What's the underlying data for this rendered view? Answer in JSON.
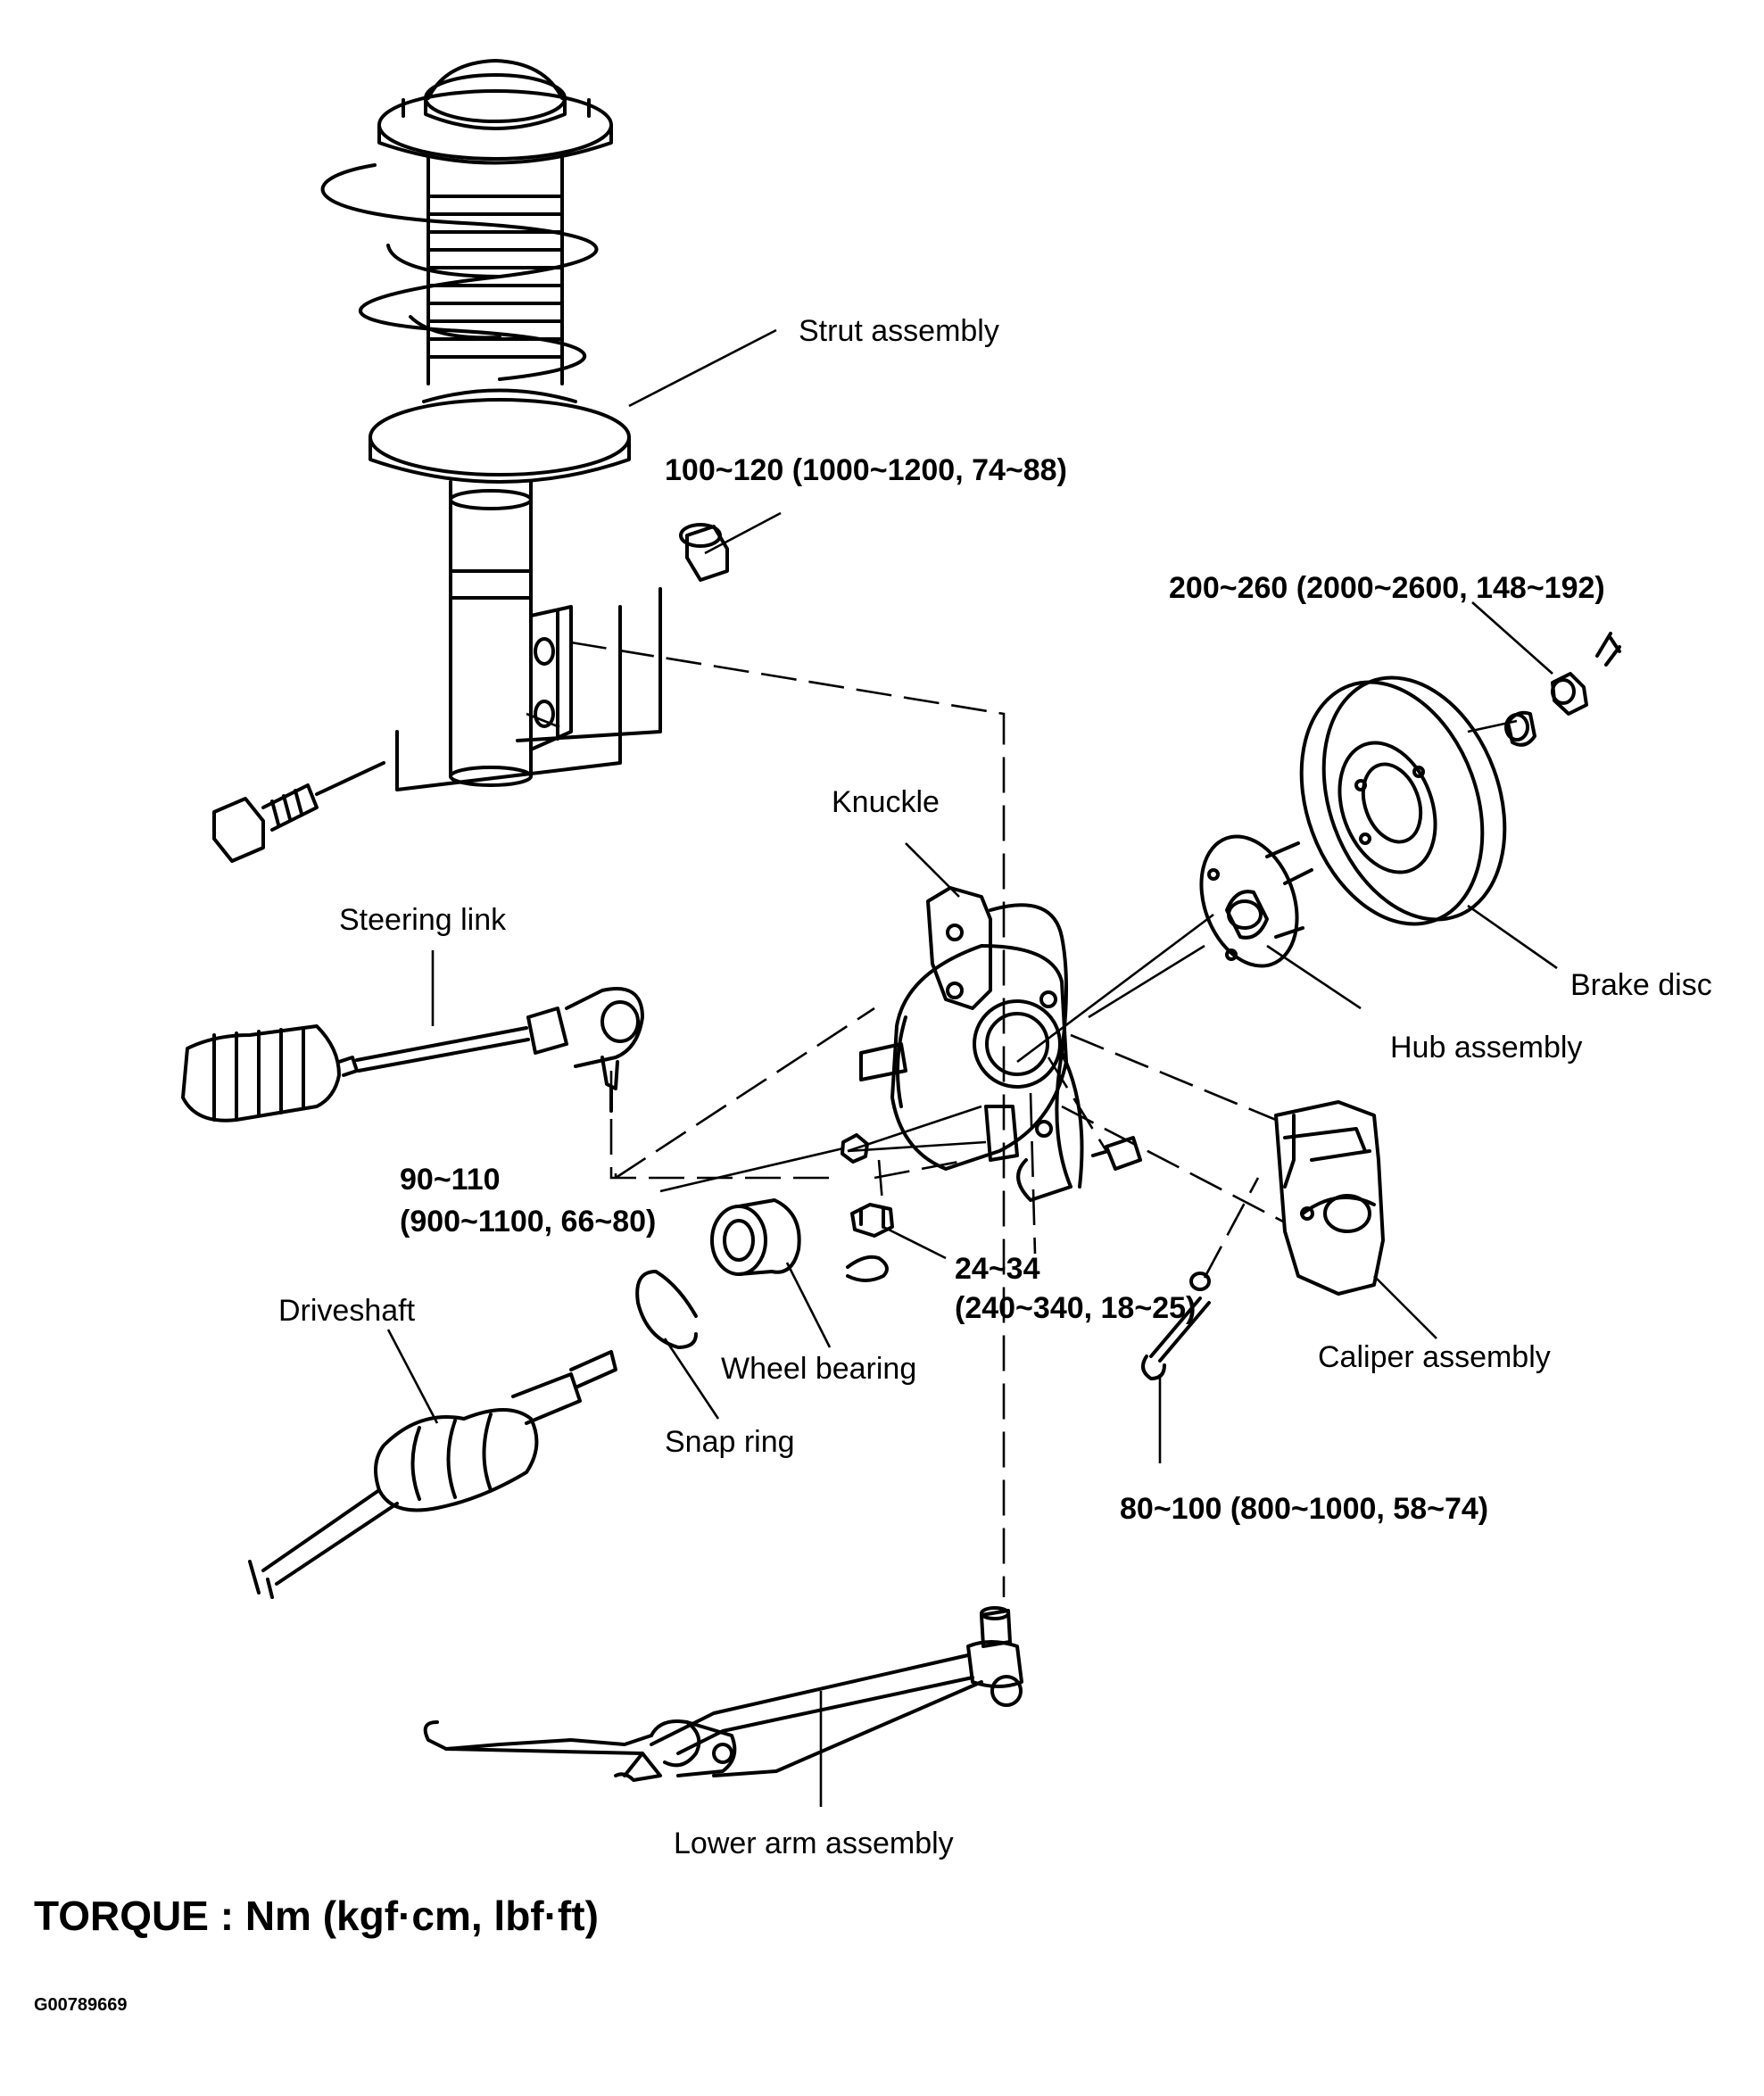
{
  "parts": {
    "strut_assembly": "Strut assembly",
    "knuckle": "Knuckle",
    "steering_link": "Steering link",
    "brake_disc": "Brake disc",
    "hub_assembly": "Hub assembly",
    "driveshaft": "Driveshaft",
    "wheel_bearing": "Wheel bearing",
    "snap_ring": "Snap ring",
    "caliper_assembly": "Caliper assembly",
    "lower_arm_assembly": "Lower arm assembly"
  },
  "torques": {
    "strut_bolt": "100~120 (1000~1200, 74~88)",
    "hub_nut": "200~260 (2000~2600, 148~192)",
    "steering_nut_line1": "90~110",
    "steering_nut_line2": "(900~1100, 66~80)",
    "ball_joint_nut_line1": "24~34",
    "ball_joint_nut_line2": "(240~340, 18~25)",
    "caliper_bolt": "80~100 (800~1000, 58~74)"
  },
  "footer": {
    "title": "TORQUE : Nm (kgf·cm, lbf·ft)",
    "code": "G00789669"
  },
  "style": {
    "ink": "#000000",
    "paper": "#ffffff"
  }
}
